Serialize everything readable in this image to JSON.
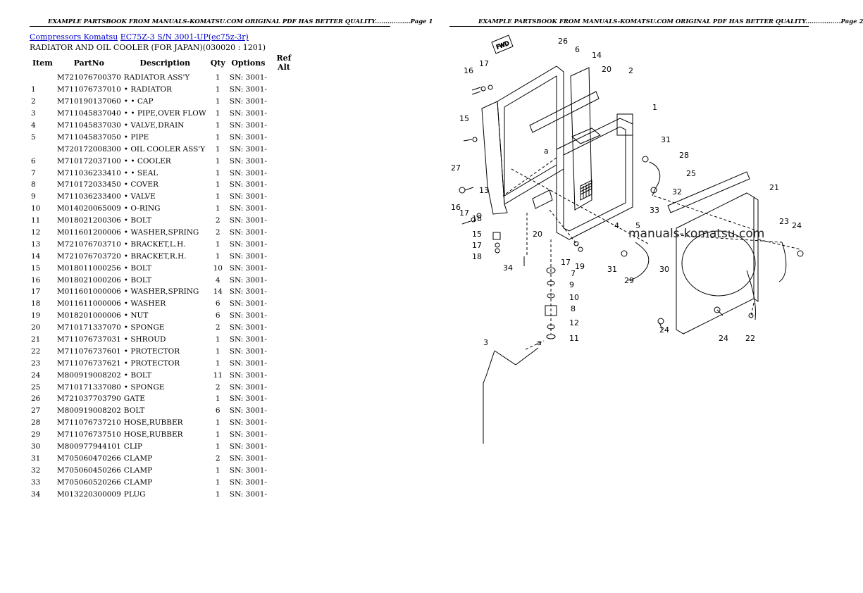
{
  "header_left": "EXAMPLE PARTSBOOK FROM MANUALS-KOMATSU.COM ORIGINAL PDF HAS BETTER QUALITY.................Page 1",
  "header_right": "EXAMPLE PARTSBOOK FROM MANUALS-KOMATSU.COM ORIGINAL PDF HAS BETTER QUALITY.................Page 2",
  "breadcrumb": {
    "link1": "Compressors Komatsu",
    "link2": "EC75Z-3 S/N  3001-UP(ec75z-3r)"
  },
  "subtitle": "RADIATOR AND OIL COOLER (FOR JAPAN)(030020 : 1201)",
  "columns": [
    "Item",
    "PartNo",
    "Description",
    "Qty",
    "Options",
    "Ref Alt"
  ],
  "rows": [
    [
      "",
      "M721076700370",
      "RADIATOR ASS'Y",
      "1",
      "SN: 3001-",
      ""
    ],
    [
      "1",
      "M711076737010",
      "• RADIATOR",
      "1",
      "SN: 3001-",
      ""
    ],
    [
      "2",
      "M710190137060",
      "• • CAP",
      "1",
      "SN: 3001-",
      ""
    ],
    [
      "3",
      "M711045837040",
      "• • PIPE,OVER FLOW",
      "1",
      "SN: 3001-",
      ""
    ],
    [
      "4",
      "M711045837030",
      "• VALVE,DRAIN",
      "1",
      "SN: 3001-",
      ""
    ],
    [
      "5",
      "M711045837050",
      "• PIPE",
      "1",
      "SN: 3001-",
      ""
    ],
    [
      "",
      "M720172008300",
      "• OIL COOLER ASS'Y",
      "1",
      "SN: 3001-",
      ""
    ],
    [
      "6",
      "M710172037100",
      "• • COOLER",
      "1",
      "SN: 3001-",
      ""
    ],
    [
      "7",
      "M711036233410",
      "• • SEAL",
      "1",
      "SN: 3001-",
      ""
    ],
    [
      "8",
      "M710172033450",
      "• COVER",
      "1",
      "SN: 3001-",
      ""
    ],
    [
      "9",
      "M711036233400",
      "• VALVE",
      "1",
      "SN: 3001-",
      ""
    ],
    [
      "10",
      "M014020065009",
      "• O-RING",
      "1",
      "SN: 3001-",
      ""
    ],
    [
      "11",
      "M018021200306",
      "• BOLT",
      "2",
      "SN: 3001-",
      ""
    ],
    [
      "12",
      "M011601200006",
      "• WASHER,SPRING",
      "2",
      "SN: 3001-",
      ""
    ],
    [
      "13",
      "M721076703710",
      "• BRACKET,L.H.",
      "1",
      "SN: 3001-",
      ""
    ],
    [
      "14",
      "M721076703720",
      "• BRACKET,R.H.",
      "1",
      "SN: 3001-",
      ""
    ],
    [
      "15",
      "M018011000256",
      "• BOLT",
      "10",
      "SN: 3001-",
      ""
    ],
    [
      "16",
      "M018021000206",
      "• BOLT",
      "4",
      "SN: 3001-",
      ""
    ],
    [
      "17",
      "M011601000006",
      "• WASHER,SPRING",
      "14",
      "SN: 3001-",
      ""
    ],
    [
      "18",
      "M011611000006",
      "• WASHER",
      "6",
      "SN: 3001-",
      ""
    ],
    [
      "19",
      "M018201000006",
      "• NUT",
      "6",
      "SN: 3001-",
      ""
    ],
    [
      "20",
      "M710171337070",
      "• SPONGE",
      "2",
      "SN: 3001-",
      ""
    ],
    [
      "21",
      "M711076737031",
      "• SHROUD",
      "1",
      "SN: 3001-",
      ""
    ],
    [
      "22",
      "M711076737601",
      "• PROTECTOR",
      "1",
      "SN: 3001-",
      ""
    ],
    [
      "23",
      "M711076737621",
      "• PROTECTOR",
      "1",
      "SN: 3001-",
      ""
    ],
    [
      "24",
      "M800919008202",
      "• BOLT",
      "11",
      "SN: 3001-",
      ""
    ],
    [
      "25",
      "M710171337080",
      "• SPONGE",
      "2",
      "SN: 3001-",
      ""
    ],
    [
      "26",
      "M721037703790",
      "GATE",
      "1",
      "SN: 3001-",
      ""
    ],
    [
      "27",
      "M800919008202",
      "BOLT",
      "6",
      "SN: 3001-",
      ""
    ],
    [
      "28",
      "M711076737210",
      "HOSE,RUBBER",
      "1",
      "SN: 3001-",
      ""
    ],
    [
      "29",
      "M711076737510",
      "HOSE,RUBBER",
      "1",
      "SN: 3001-",
      ""
    ],
    [
      "30",
      "M800977944101",
      "CLIP",
      "1",
      "SN: 3001-",
      ""
    ],
    [
      "31",
      "M705060470266",
      "CLAMP",
      "2",
      "SN: 3001-",
      ""
    ],
    [
      "32",
      "M705060450266",
      "CLAMP",
      "1",
      "SN: 3001-",
      ""
    ],
    [
      "33",
      "M705060520266",
      "CLAMP",
      "1",
      "SN: 3001-",
      ""
    ],
    [
      "34",
      "M013220300009",
      "PLUG",
      "1",
      "SN: 3001-",
      ""
    ]
  ],
  "diagram": {
    "watermark": "manuals-komatsu.com",
    "fwd_label": "FWD",
    "ref_letter": "a",
    "callouts": [
      "1",
      "2",
      "3",
      "4",
      "5",
      "6",
      "7",
      "8",
      "9",
      "10",
      "11",
      "12",
      "13",
      "14",
      "15",
      "16",
      "17",
      "18",
      "19",
      "20",
      "21",
      "22",
      "23",
      "24",
      "25",
      "26",
      "27",
      "28",
      "29",
      "30",
      "31",
      "32",
      "33",
      "34"
    ]
  }
}
